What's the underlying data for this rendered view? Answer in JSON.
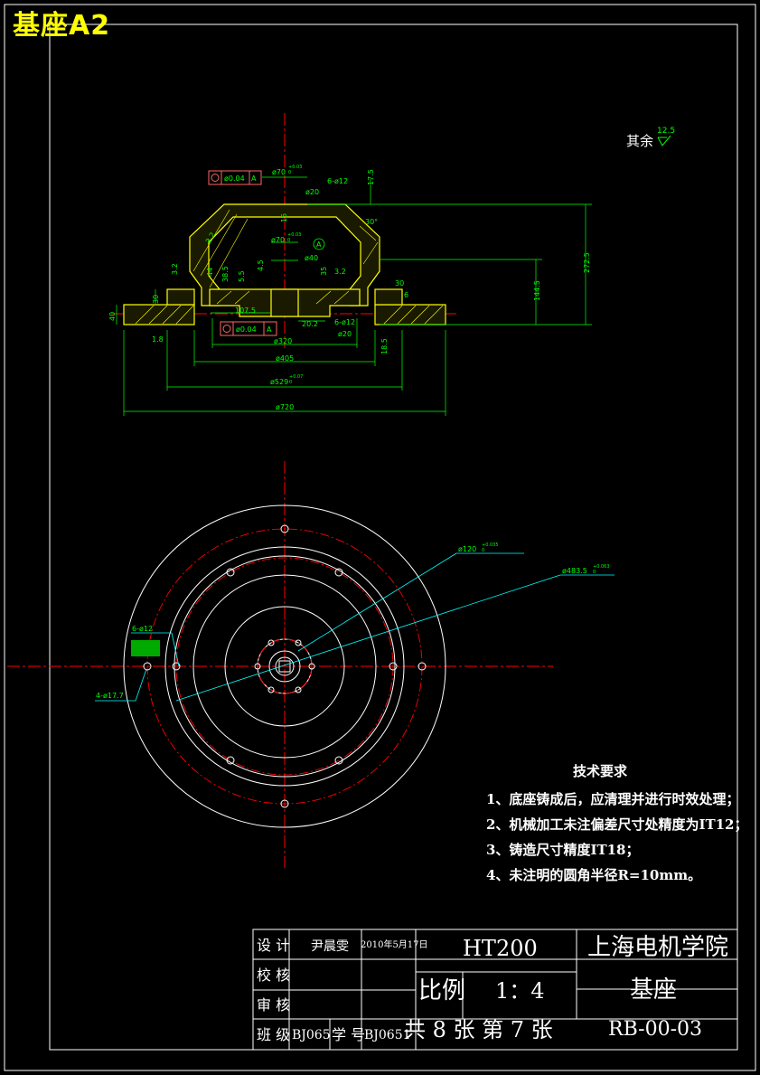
{
  "sheet": {
    "title": "基座A2",
    "roughness_label": "其余",
    "roughness_value": "12.5"
  },
  "colors": {
    "background": "#000000",
    "frame": "#ffffff",
    "outline": "#ffff00",
    "dimension": "#00ff00",
    "leader": "#00ffff",
    "centerline": "#ff0000",
    "datum_box": "#ff6666"
  },
  "section_view": {
    "dimensions": {
      "top_bore": "ø70",
      "top_bore_tol_upper": "+0.03",
      "top_bore_tol_lower": "0",
      "top_holes": "6-ø12",
      "top_cbore": "ø20",
      "top_height": "17.5",
      "chamfer_angle": "30°",
      "top_wall": "15",
      "inner_bore": "ø70",
      "inner_bore_tol_upper": "+0.03",
      "inner_bore_tol_lower": "0",
      "datum_a": "A",
      "inner_small_bore": "ø40",
      "h_38_5": "38.5",
      "h_5_5": "5.5",
      "h_4_5": "4.5",
      "h_35": "35",
      "h_44": "44",
      "wall_3_2": "3.2",
      "total_height": "272.5",
      "mid_height": "144.5",
      "flange_offset": "30",
      "h_6": "6",
      "flange_h": "30",
      "base_h": "40",
      "r_1_8": "1.8",
      "len_107_5": "107.5",
      "len_20_2": "20.2",
      "bot_holes": "6-ø12",
      "bot_cbore": "ø20",
      "bot_depth": "18.5",
      "dia_320": "ø320",
      "dia_405": "ø405",
      "dia_529": "ø529",
      "dia_529_tol_upper": "+0.07",
      "dia_529_tol_lower": "0",
      "dia_720": "ø720",
      "runout_top": "ø0.04",
      "runout_bottom": "ø0.04",
      "runout_datum": "A"
    }
  },
  "plan_view": {
    "callouts": {
      "dia_120": "ø120",
      "dia_120_tol_upper": "+0.035",
      "dia_120_tol_lower": "0",
      "dia_483_5": "ø483.5",
      "dia_483_5_tol_upper": "+0.063",
      "dia_483_5_tol_lower": "0",
      "holes_6": "6-ø12",
      "holes_4": "4-ø17.7"
    }
  },
  "requirements": {
    "title": "技术要求",
    "items": [
      "1、底座铸成后，应清理并进行时效处理；",
      "2、机械加工未注偏差尺寸处精度为IT12；",
      "3、铸造尺寸精度IT18；",
      "4、未注明的圆角半径R=10mm。"
    ]
  },
  "title_block": {
    "design_label": "设 计",
    "designer": "尹晨雯",
    "date": "2010年5月17日",
    "check_label": "校 核",
    "review_label": "审 核",
    "class_label": "班 级",
    "class_value": "BJ065",
    "id_label": "学 号",
    "id_value": "BJ0651",
    "material": "HT200",
    "school": "上海电机学院",
    "scale_label": "比例",
    "scale_value": "1：4",
    "part_name": "基座",
    "sheets_text": "共 8 张 第 7 张",
    "drawing_no": "RB-00-03"
  }
}
